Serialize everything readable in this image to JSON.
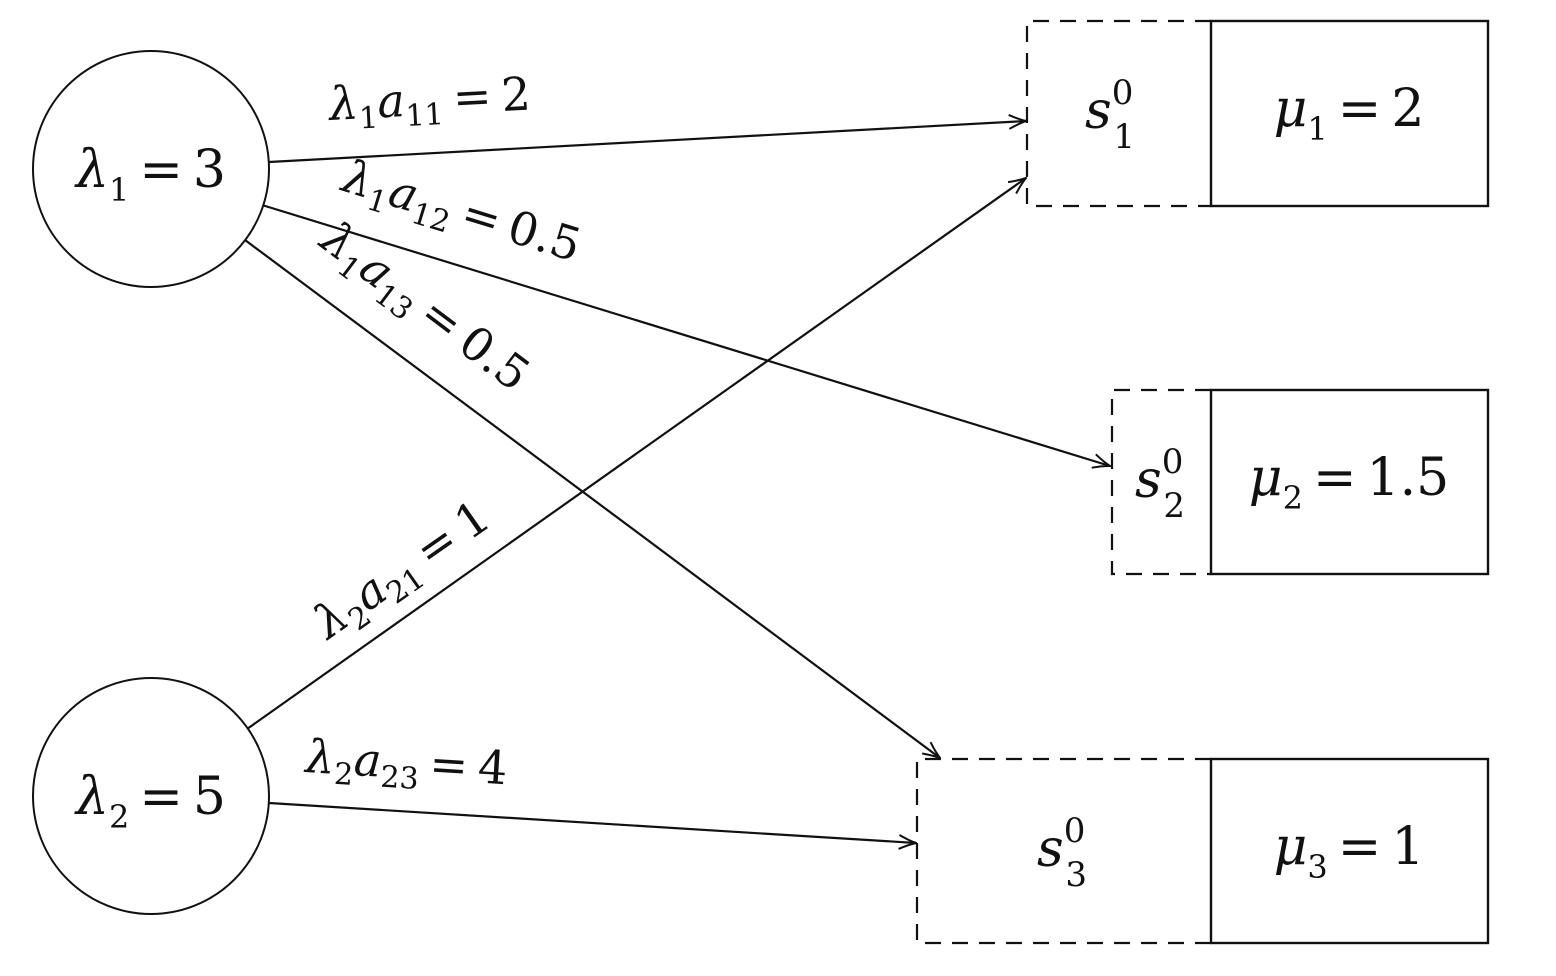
{
  "arrivals": [
    {
      "id": "lambda1",
      "var": "λ",
      "sub": "1",
      "op": "=",
      "value": "3"
    },
    {
      "id": "lambda2",
      "var": "λ",
      "sub": "2",
      "op": "=",
      "value": "5"
    }
  ],
  "queues": [
    {
      "id": "s1",
      "var": "s",
      "sub": "1",
      "sup": "0"
    },
    {
      "id": "s2",
      "var": "s",
      "sub": "2",
      "sup": "0"
    },
    {
      "id": "s3",
      "var": "s",
      "sub": "3",
      "sup": "0"
    }
  ],
  "servers": [
    {
      "id": "mu1",
      "var": "μ",
      "sub": "1",
      "op": "=",
      "value": "2"
    },
    {
      "id": "mu2",
      "var": "μ",
      "sub": "2",
      "op": "=",
      "value": "1.5"
    },
    {
      "id": "mu3",
      "var": "μ",
      "sub": "3",
      "op": "=",
      "value": "1"
    }
  ],
  "edges": [
    {
      "from": "lambda1",
      "to": "s1",
      "lam": "λ",
      "lam_sub": "1",
      "a": "a",
      "a_sub": "11",
      "op": "=",
      "value": "2"
    },
    {
      "from": "lambda1",
      "to": "s2",
      "lam": "λ",
      "lam_sub": "1",
      "a": "a",
      "a_sub": "12",
      "op": "=",
      "value": "0.5"
    },
    {
      "from": "lambda1",
      "to": "s3",
      "lam": "λ",
      "lam_sub": "1",
      "a": "a",
      "a_sub": "13",
      "op": "=",
      "value": "0.5"
    },
    {
      "from": "lambda2",
      "to": "s1",
      "lam": "λ",
      "lam_sub": "2",
      "a": "a",
      "a_sub": "21",
      "op": "=",
      "value": "1"
    },
    {
      "from": "lambda2",
      "to": "s3",
      "lam": "λ",
      "lam_sub": "2",
      "a": "a",
      "a_sub": "23",
      "op": "=",
      "value": "4"
    }
  ]
}
